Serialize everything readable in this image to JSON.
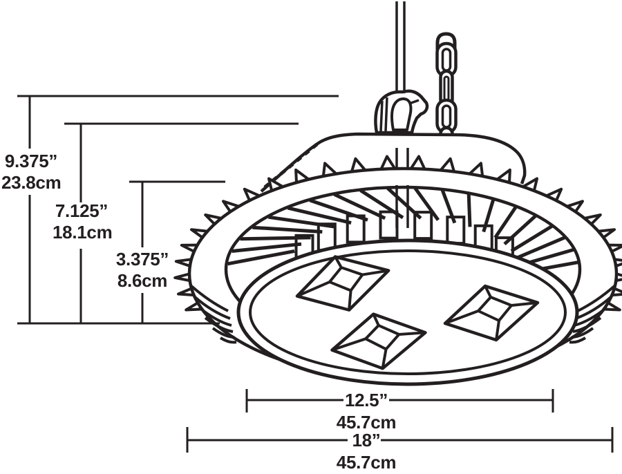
{
  "dimensions": {
    "left": [
      {
        "id": "overall-height",
        "inches": "9.375”",
        "cm": "23.8cm"
      },
      {
        "id": "body-height",
        "inches": "7.125”",
        "cm": "18.1cm"
      },
      {
        "id": "housing-height",
        "inches": "3.375”",
        "cm": "8.6cm"
      }
    ],
    "bottom": [
      {
        "id": "lens-width",
        "inches": "12.5”",
        "cm": "45.7cm"
      },
      {
        "id": "overall-width",
        "inches": "18”",
        "cm": "45.7cm"
      }
    ]
  },
  "colors": {
    "line": "#231f20",
    "background": "#ffffff"
  }
}
